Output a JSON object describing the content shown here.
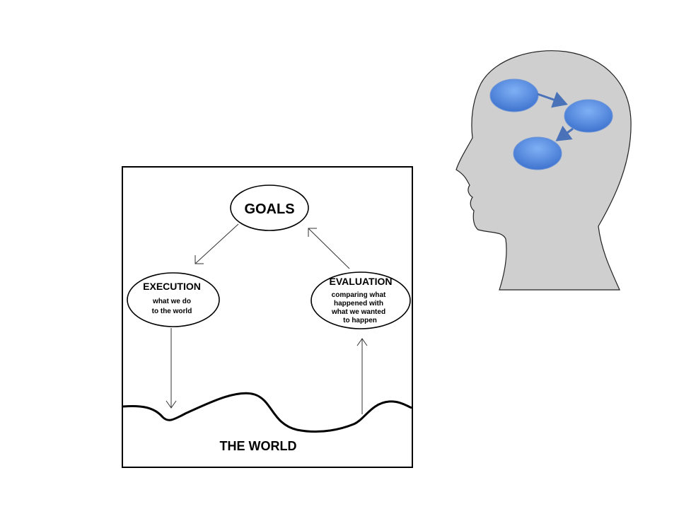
{
  "diagram": {
    "goals": {
      "title": "GOALS"
    },
    "execution": {
      "title": "EXECUTION",
      "line1": "what we do",
      "line2": "to the world"
    },
    "evaluation": {
      "title": "EVALUATION",
      "line1": "comparing what",
      "line2": "happened with",
      "line3": "what we wanted",
      "line4": "to happen"
    },
    "world": {
      "label": "THE WORLD"
    }
  },
  "head": {
    "fill_color": "#cfcfcf",
    "node_color": "#4f86dc",
    "arrow_color": "#4a72b8",
    "nodes": [
      "thought-node-1",
      "thought-node-2",
      "thought-node-3"
    ]
  }
}
